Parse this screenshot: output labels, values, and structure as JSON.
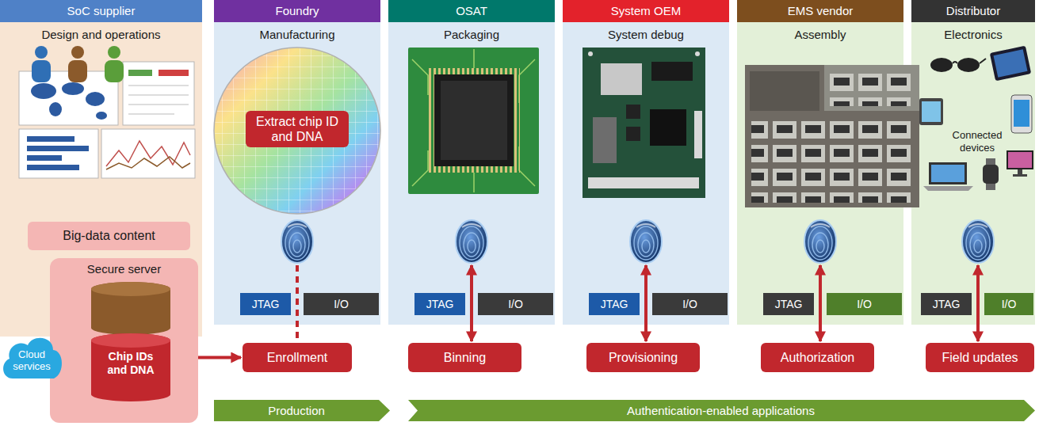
{
  "diagram": {
    "nodes": [
      {
        "text": [
          "SoC supplier",
          "Design and operations"
        ]
      },
      {
        "text": [
          "Big-data content"
        ],
        "in": 0
      },
      {
        "text": [
          "Secure server"
        ],
        "in": 0
      },
      {
        "text": [
          "Chip IDs and DNA"
        ],
        "in": 2
      },
      {
        "text": [
          "Cloud services"
        ],
        "in": 0
      },
      {
        "text": [
          "Foundry",
          "Manufacturing"
        ]
      },
      {
        "text": [
          "Extract chip ID and DNA"
        ],
        "in": 5
      },
      {
        "text": [
          "JTAG"
        ],
        "in": 5
      },
      {
        "text": [
          "I/O"
        ],
        "in": 5
      },
      {
        "text": [
          "OSAT",
          "Packaging"
        ]
      },
      {
        "text": [
          "JTAG"
        ],
        "in": 9
      },
      {
        "text": [
          "I/O"
        ],
        "in": 9
      },
      {
        "text": [
          "System OEM",
          "System debug"
        ]
      },
      {
        "text": [
          "JTAG"
        ],
        "in": 12
      },
      {
        "text": [
          "I/O"
        ],
        "in": 12
      },
      {
        "text": [
          "EMS vendor",
          "Assembly"
        ]
      },
      {
        "text": [
          "JTAG"
        ],
        "in": 15
      },
      {
        "text": [
          "I/O"
        ],
        "in": 15
      },
      {
        "text": [
          "Distributor",
          "Electronics"
        ]
      },
      {
        "text": [
          "JTAG"
        ],
        "in": 18
      },
      {
        "text": [
          "I/O"
        ],
        "in": 18
      },
      {
        "text": [
          "Enrollment"
        ]
      },
      {
        "text": [
          "Binning"
        ]
      },
      {
        "text": [
          "Provisioning"
        ]
      },
      {
        "text": [
          "Authorization"
        ]
      },
      {
        "text": [
          "Field updates"
        ]
      },
      {
        "text": [
          "Production"
        ]
      },
      {
        "text": [
          "Authentication-enabled applications"
        ]
      }
    ],
    "edges": [
      {
        "from": 3,
        "to": 21,
        "arrow": "both"
      },
      {
        "from": 5,
        "to": 21,
        "arrow": "none"
      },
      {
        "from": 9,
        "to": 22,
        "arrow": "both"
      },
      {
        "from": 12,
        "to": 23,
        "arrow": "both"
      },
      {
        "from": 15,
        "to": 24,
        "arrow": "both"
      },
      {
        "from": 18,
        "to": 25,
        "arrow": "both"
      }
    ],
    "labels": [
      "Connected devices"
    ]
  }
}
